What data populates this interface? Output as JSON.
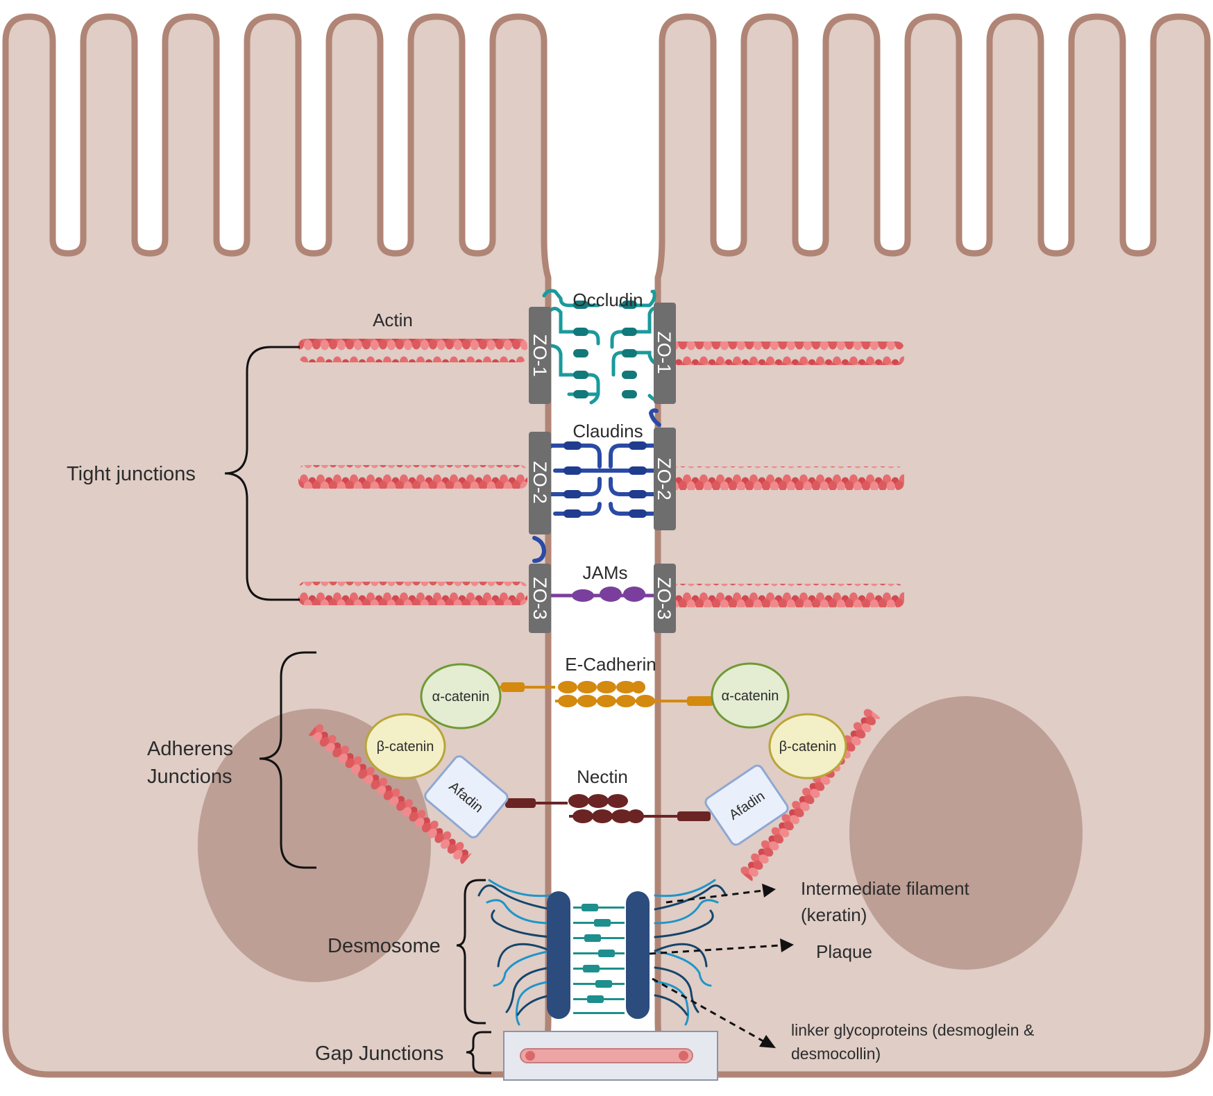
{
  "labels": {
    "actin": "Actin",
    "occludin": "Occludin",
    "claudins": "Claudins",
    "jams": "JAMs",
    "e_cadherin": "E-Cadherin",
    "nectin": "Nectin",
    "alpha_catenin": "α-catenin",
    "beta_catenin": "β-catenin",
    "afadin": "Afadin",
    "zo1": "ZO-1",
    "zo2": "ZO-2",
    "zo3": "ZO-3",
    "intermediate_filament_line1": "Intermediate filament",
    "intermediate_filament_line2": "(keratin)",
    "plaque": "Plaque",
    "linker_line1": "linker glycoproteins (desmoglein &",
    "linker_line2": "desmocollin)"
  },
  "groups": {
    "tight": "Tight junctions",
    "adherens_line1": "Adherens",
    "adherens_line2": "Junctions",
    "desmosome": "Desmosome",
    "gap": "Gap Junctions"
  },
  "colors": {
    "cell_fill": "#dfcdc6",
    "cell_border": "#b08576",
    "nucleus": "#bd9f95",
    "actin": "#e46a6e",
    "zo_block": "#6e6e6e",
    "occludin": "#1a9a9c",
    "claudin": "#2a4aa5",
    "jam": "#7a3f9c",
    "cadherin": "#d4890f",
    "nectin": "#6a2424",
    "alpha_catenin_fill": "#e4ecd2",
    "beta_catenin_fill": "#f3efc6",
    "afadin_fill": "#eaf0fb",
    "plaque": "#2c4c7e",
    "keratin": "#1f95c8",
    "desmo_linker": "#1d8f8c"
  }
}
